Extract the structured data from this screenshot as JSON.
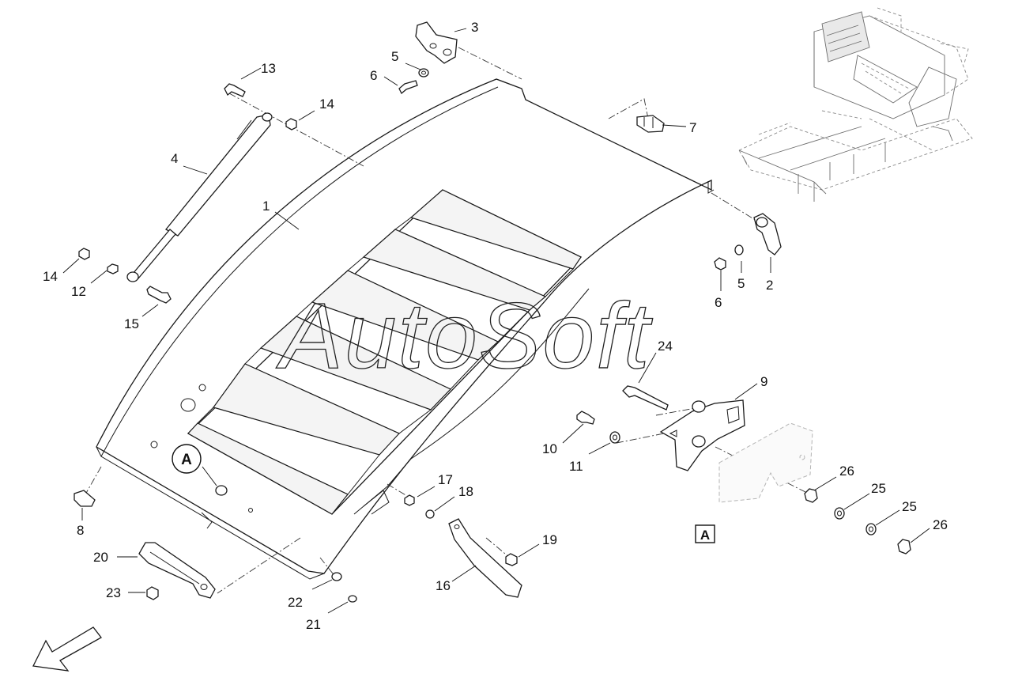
{
  "watermark": "AutoSoft",
  "detail_view_label": "A",
  "callouts": {
    "c1": "1",
    "c2": "2",
    "c3": "3",
    "c4": "4",
    "c5a": "5",
    "c5b": "5",
    "c6a": "6",
    "c6b": "6",
    "c7": "7",
    "c8": "8",
    "c9": "9",
    "c10": "10",
    "c11": "11",
    "c12": "12",
    "c13": "13",
    "c14a": "14",
    "c14b": "14",
    "c15": "15",
    "c16": "16",
    "c17": "17",
    "c18": "18",
    "c19": "19",
    "c20": "20",
    "c21": "21",
    "c22": "22",
    "c23": "23",
    "c24": "24",
    "c25a": "25",
    "c25b": "25",
    "c26a": "26",
    "c26b": "26"
  }
}
